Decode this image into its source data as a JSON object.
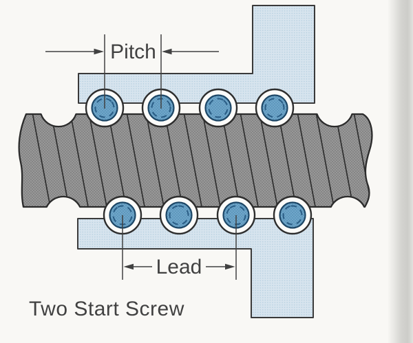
{
  "figure": {
    "caption": "Two Start Screw",
    "annotations": {
      "pitch": "Pitch",
      "lead": "Lead"
    },
    "details": {
      "visible_balls_top_row": 4,
      "visible_balls_bottom_row": 4,
      "lead_spans_pitches": 2
    }
  },
  "colors": {
    "background": "#f9f8f5",
    "nut_fill": "#d7e4ee",
    "nut_dot": "#b3cedf",
    "ball_fill": "#6fa6c9",
    "ball_dot": "#4d87ae",
    "screw_fill": "#989898",
    "screw_dot": "#6f6f6f",
    "outline": "#2e2e2e",
    "ball_outline": "#1d4767",
    "ball_dash": "#2a5d85",
    "ring_fill": "#fbfbf9",
    "annotation": "#414141",
    "page_edge": "#cdcdc9"
  }
}
